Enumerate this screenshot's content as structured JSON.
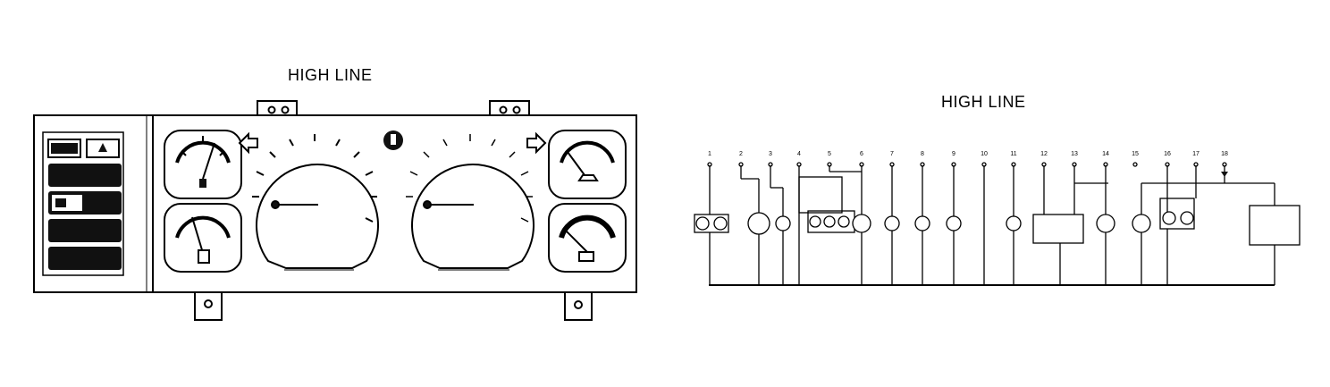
{
  "titles": {
    "left": "HIGH LINE",
    "right": "HIGH LINE"
  },
  "pins": [
    "1",
    "2",
    "3",
    "4",
    "5",
    "6",
    "7",
    "8",
    "9",
    "10",
    "11",
    "12",
    "13",
    "14",
    "15",
    "16",
    "17",
    "18"
  ],
  "colors": {
    "ink": "#000000",
    "panel": "#ffffff",
    "warning_block": "#111111"
  },
  "icons": [
    "left-turn-arrow-icon",
    "right-turn-arrow-icon",
    "seatbelt-icon",
    "fuel-pump-icon",
    "oil-can-icon",
    "battery-icon",
    "high-beam-icon"
  ]
}
